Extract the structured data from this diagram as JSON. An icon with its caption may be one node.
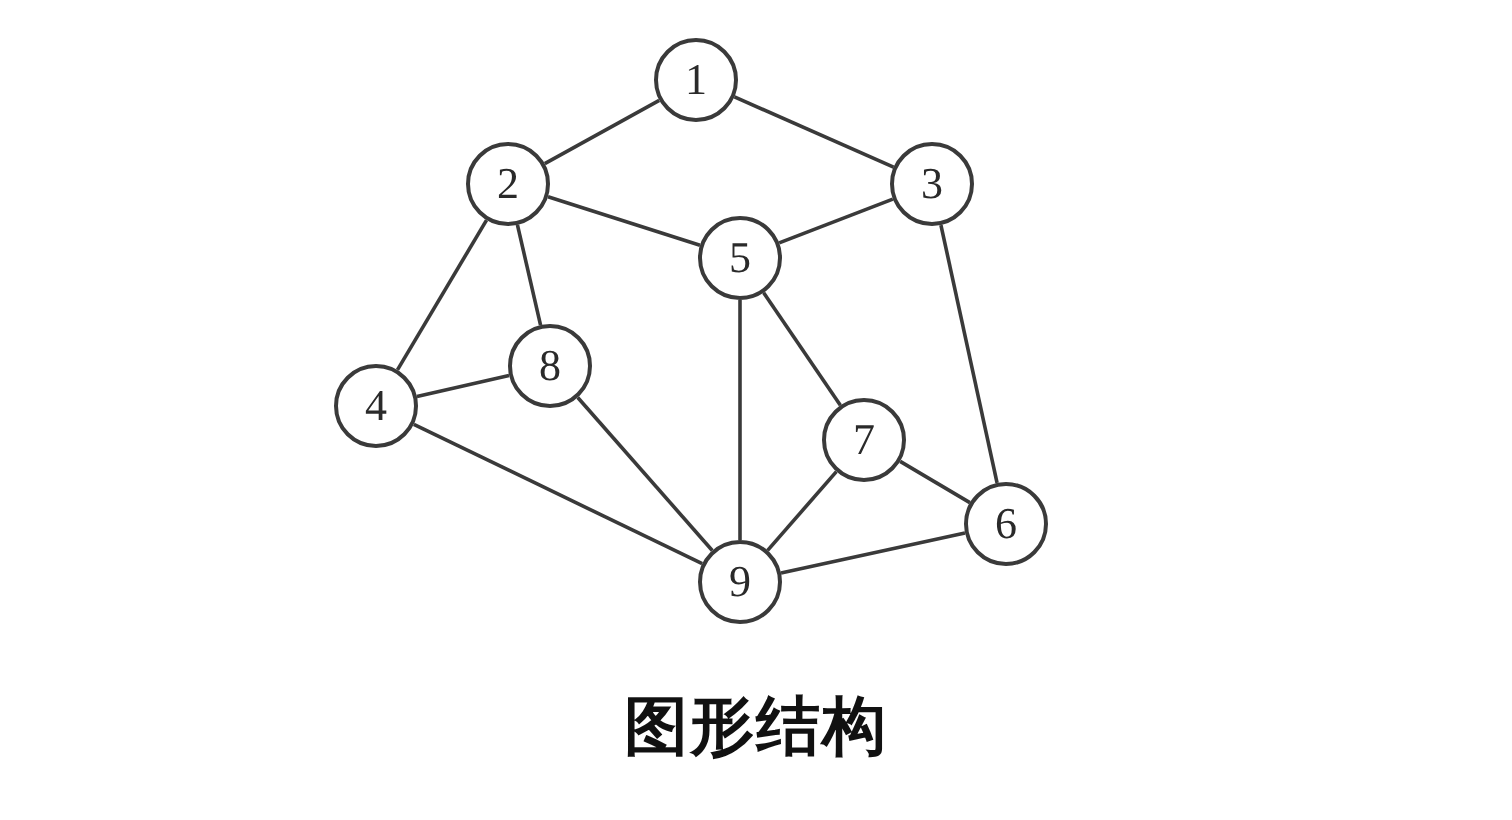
{
  "diagram": {
    "caption": "图形结构",
    "nodes": [
      {
        "text": [
          "1"
        ]
      },
      {
        "text": [
          "2"
        ]
      },
      {
        "text": [
          "3"
        ]
      },
      {
        "text": [
          "5"
        ]
      },
      {
        "text": [
          "8"
        ]
      },
      {
        "text": [
          "4"
        ]
      },
      {
        "text": [
          "7"
        ]
      },
      {
        "text": [
          "6"
        ]
      },
      {
        "text": [
          "9"
        ]
      }
    ],
    "edges": [
      {
        "from": 0,
        "to": 1,
        "arrow": "none"
      },
      {
        "from": 0,
        "to": 2,
        "arrow": "none"
      },
      {
        "from": 1,
        "to": 3,
        "arrow": "none"
      },
      {
        "from": 2,
        "to": 3,
        "arrow": "none"
      },
      {
        "from": 1,
        "to": 5,
        "arrow": "none"
      },
      {
        "from": 1,
        "to": 4,
        "arrow": "none"
      },
      {
        "from": 5,
        "to": 4,
        "arrow": "none"
      },
      {
        "from": 5,
        "to": 8,
        "arrow": "none"
      },
      {
        "from": 4,
        "to": 8,
        "arrow": "none"
      },
      {
        "from": 3,
        "to": 8,
        "arrow": "none"
      },
      {
        "from": 3,
        "to": 6,
        "arrow": "none"
      },
      {
        "from": 2,
        "to": 7,
        "arrow": "none"
      },
      {
        "from": 6,
        "to": 7,
        "arrow": "none"
      },
      {
        "from": 6,
        "to": 8,
        "arrow": "none"
      },
      {
        "from": 8,
        "to": 7,
        "arrow": "none"
      }
    ]
  }
}
